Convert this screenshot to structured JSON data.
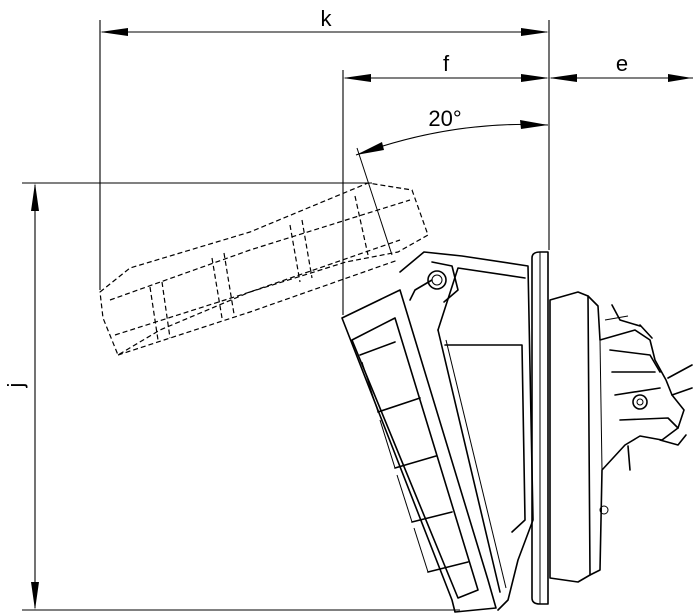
{
  "diagram": {
    "dimensions": {
      "k": "k",
      "f": "f",
      "e": "e",
      "j": "j",
      "angle": "20°"
    }
  }
}
